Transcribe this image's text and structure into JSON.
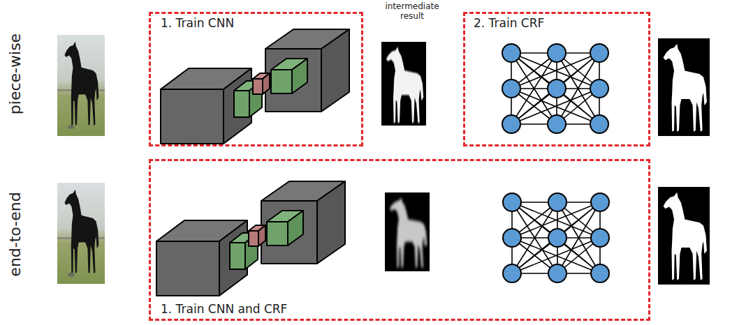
{
  "diagram": {
    "nodes": [
      {
        "text": [
          "1. Train CNN"
        ]
      },
      {
        "text": [
          "2. Train CRF"
        ]
      },
      {
        "text": [
          "1. Train CNN and CRF"
        ]
      }
    ],
    "labels": [
      "piece-wise",
      "intermediate result",
      "end-to-end"
    ]
  }
}
